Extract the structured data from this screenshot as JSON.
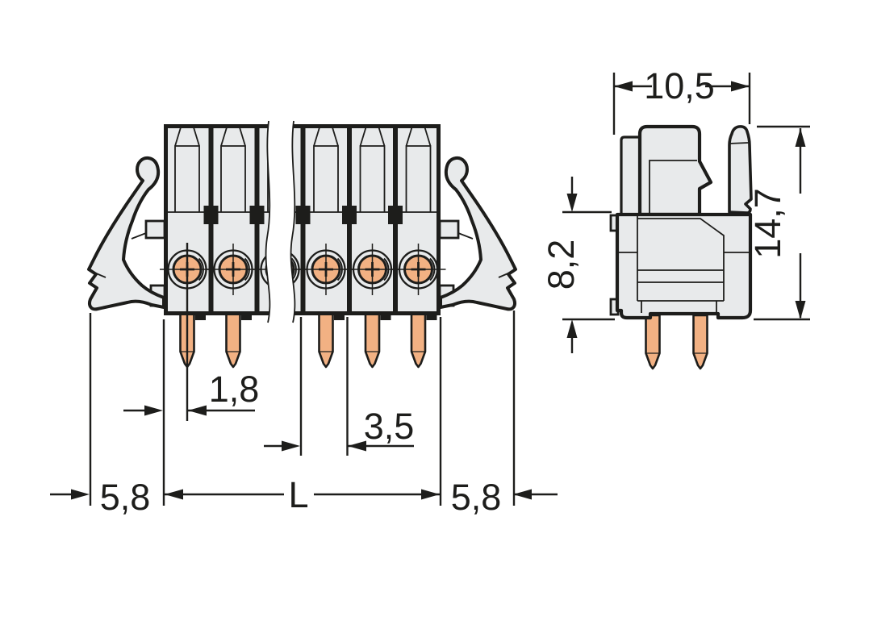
{
  "dimensions": {
    "pin_offset": "1,8",
    "pitch": "3,5",
    "overhang_left": "5,8",
    "length": "L",
    "overhang_right": "5,8",
    "depth": "10,5",
    "total_height": "14,7",
    "body_height": "8,2"
  },
  "colors": {
    "background": "#ffffff",
    "part_fill": "#e8eaeb",
    "pin_fill": "#f2b183",
    "line": "#1d1d1b"
  }
}
